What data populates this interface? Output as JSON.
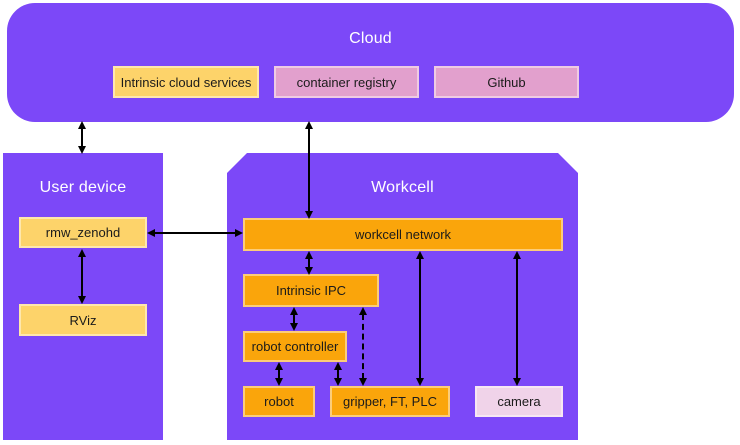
{
  "labels": {
    "cloud": "Cloud",
    "intrinsic_cloud_services": "Intrinsic cloud services",
    "container_registry": "container registry",
    "github": "Github",
    "user_device": "User device",
    "rmw_zenohd": "rmw_zenohd",
    "rviz": "RViz",
    "workcell": "Workcell",
    "workcell_network": "workcell network",
    "intrinsic_ipc": "Intrinsic IPC",
    "robot_controller": "robot controller",
    "robot": "robot",
    "gripper_ft_plc": "gripper, FT, PLC",
    "camera": "camera"
  },
  "colors": {
    "region_purple": "#7c48f8",
    "node_yellow": "#fdd36a",
    "node_orange": "#faa50b",
    "node_pink": "#e2a0cd",
    "node_light_pink": "#f0d3e9",
    "title_text": "#ffffff",
    "node_text": "#1b1b1b",
    "arrow": "#000000",
    "background": "#ffffff"
  },
  "edges": [
    {
      "from": "Cloud",
      "to": "User device",
      "style": "solid",
      "bidirectional": true
    },
    {
      "from": "Cloud",
      "to": "workcell network",
      "style": "solid",
      "bidirectional": true
    },
    {
      "from": "rmw_zenohd",
      "to": "workcell network",
      "style": "solid",
      "bidirectional": true
    },
    {
      "from": "rmw_zenohd",
      "to": "RViz",
      "style": "solid",
      "bidirectional": true
    },
    {
      "from": "workcell network",
      "to": "Intrinsic IPC",
      "style": "solid",
      "bidirectional": true
    },
    {
      "from": "Intrinsic IPC",
      "to": "robot controller",
      "style": "solid",
      "bidirectional": true
    },
    {
      "from": "robot controller",
      "to": "robot",
      "style": "solid",
      "bidirectional": true
    },
    {
      "from": "robot controller",
      "to": "gripper, FT, PLC",
      "style": "solid",
      "bidirectional": true
    },
    {
      "from": "Intrinsic IPC",
      "to": "gripper, FT, PLC",
      "style": "dashed",
      "bidirectional": true
    },
    {
      "from": "workcell network",
      "to": "gripper, FT, PLC",
      "style": "solid",
      "bidirectional": true
    },
    {
      "from": "workcell network",
      "to": "camera",
      "style": "solid",
      "bidirectional": true
    }
  ]
}
